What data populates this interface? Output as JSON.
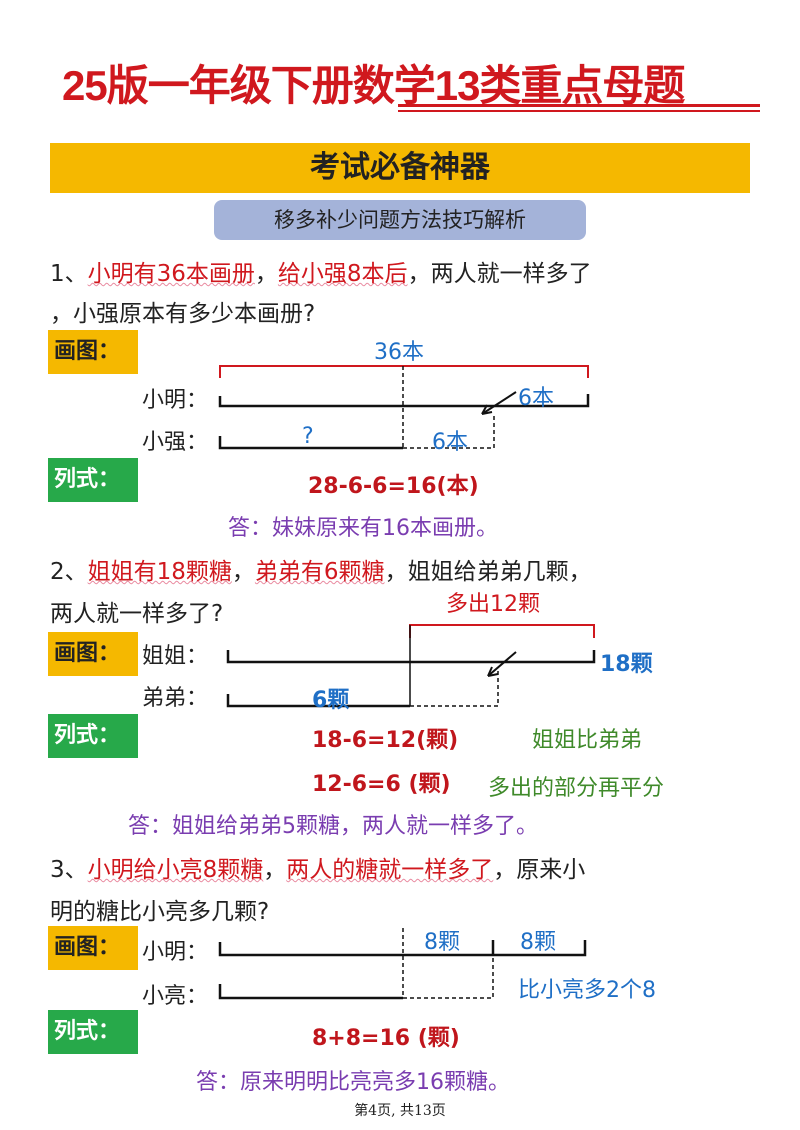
{
  "title": "25版一年级下册数学13类重点母题",
  "banner": "考试必备神器",
  "subbanner": "移多补少问题方法技巧解析",
  "tags": {
    "draw": "画图：",
    "formula": "列式："
  },
  "problems": [
    {
      "num": "1、",
      "part1": "小明有36本画册",
      "sep": "，",
      "part2": "给小强8本后",
      "rest": "，两人就一样多了",
      "line2": "，小强原本有多少本画册?",
      "labels": [
        "小明：",
        "小强："
      ],
      "top_label": "36本",
      "arrow_label": "6本",
      "unknown": "?",
      "gap_label": "6本",
      "formulas": [
        "28-6-6=16(本)"
      ],
      "answer": "答：妹妹原来有16本画册。"
    },
    {
      "num": "2、",
      "part1": "姐姐有18颗糖",
      "sep": "，",
      "part2": "弟弟有6颗糖",
      "rest": "，姐姐给弟弟几颗，",
      "line2": "两人就一样多了?",
      "labels": [
        "姐姐：",
        "弟弟："
      ],
      "top_label": "多出12颗",
      "right_label": "18颗",
      "bottom_label": "6颗",
      "formulas": [
        "18-6=12(颗)",
        "12-6=6 (颗)"
      ],
      "notes": [
        "姐姐比弟弟",
        "多出的部分再平分"
      ],
      "answer": "答：姐姐给弟弟5颗糖，两人就一样多了。"
    },
    {
      "num": "3、",
      "part1": "小明给小亮8颗糖",
      "sep": "，",
      "part2": "两人的糖就一样多了",
      "rest": "，原来小",
      "line2": "明的糖比小亮多几颗?",
      "labels": [
        "小明：",
        "小亮："
      ],
      "seg_labels": [
        "8颗",
        "8颗"
      ],
      "right_note": "比小亮多2个8",
      "formulas": [
        "8+8=16 (颗)"
      ],
      "answer": "答：原来明明比亮亮多16颗糖。"
    }
  ],
  "footer": "第4页, 共13页",
  "colors": {
    "title": "#d0181e",
    "banner": "#f5b800",
    "subbanner": "#a4b3d9",
    "formula_tag": "#27a94a",
    "answer": "#7a3db0",
    "blue": "#1f6fc6",
    "green_note": "#3f8a2a"
  }
}
